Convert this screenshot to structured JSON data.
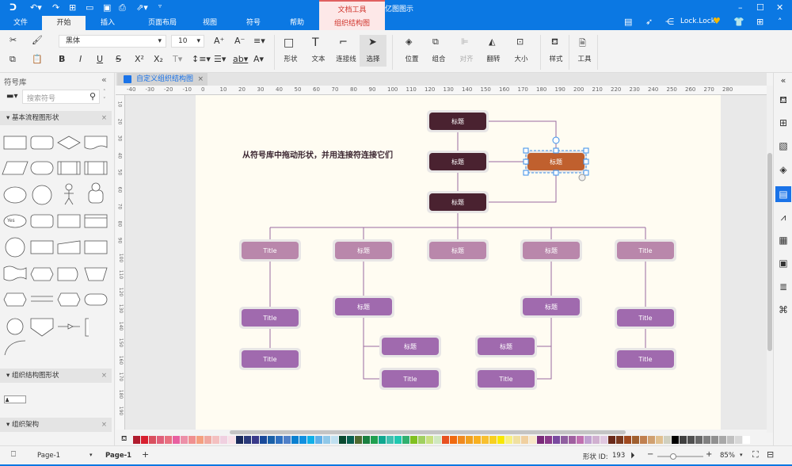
{
  "app": {
    "title": "亿图图示"
  },
  "quick_access": [
    "undo",
    "redo",
    "new",
    "open",
    "save",
    "print",
    "export",
    "more"
  ],
  "menu": {
    "tabs": [
      "文件",
      "开始",
      "插入",
      "页面布局",
      "视图",
      "符号",
      "帮助"
    ],
    "active": "开始",
    "context_group": "文档工具",
    "context_tab": "组织结构图"
  },
  "account": {
    "user": "Lock.Lock"
  },
  "ribbon": {
    "font": "黑体",
    "size": "10",
    "shape": "形状",
    "text": "文本",
    "connector": "连接线",
    "select": "选择",
    "position": "位置",
    "group": "组合",
    "align": "对齐",
    "flip": "翻转",
    "size_btn": "大小",
    "style": "样式",
    "tools": "工具"
  },
  "library": {
    "title": "符号库",
    "search_placeholder": "搜索符号",
    "sections": [
      "基本流程图形状",
      "组织结构图形状",
      "组织架构"
    ],
    "yes_label": "Yes"
  },
  "document": {
    "tab": "自定义组织结构图"
  },
  "ruler": {
    "h": [
      "-40",
      "-30",
      "-20",
      "-10",
      "0",
      "10",
      "20",
      "30",
      "40",
      "50",
      "60",
      "70",
      "80",
      "90",
      "100",
      "110",
      "120",
      "130",
      "140",
      "150",
      "160",
      "170",
      "180",
      "190",
      "200",
      "210",
      "220",
      "230",
      "240",
      "250",
      "260",
      "270",
      "280"
    ],
    "v": [
      "10",
      "20",
      "30",
      "40",
      "50",
      "60",
      "70",
      "80",
      "90",
      "100",
      "110",
      "120",
      "130",
      "140",
      "150",
      "160",
      "170",
      "180",
      "190"
    ]
  },
  "diagram": {
    "instruction": "从符号库中拖动形状，并用连接符连接它们",
    "nodes": [
      {
        "label": "标题",
        "color": "#4a2230"
      },
      {
        "label": "标题",
        "color": "#4a2230"
      },
      {
        "label": "标题",
        "color": "#4a2230"
      },
      {
        "label": "标题",
        "color": "#c0602e"
      },
      {
        "label": "Title",
        "color": "#b987ab"
      },
      {
        "label": "标题",
        "color": "#b987ab"
      },
      {
        "label": "标题",
        "color": "#b987ab"
      },
      {
        "label": "标题",
        "color": "#b987ab"
      },
      {
        "label": "Title",
        "color": "#b987ab"
      },
      {
        "label": "Title",
        "color": "#a06aae"
      },
      {
        "label": "标题",
        "color": "#a06aae"
      },
      {
        "label": "标题",
        "color": "#a06aae"
      },
      {
        "label": "Title",
        "color": "#a06aae"
      },
      {
        "label": "Title",
        "color": "#a06aae"
      },
      {
        "label": "Title",
        "color": "#a06aae"
      },
      {
        "label": "标题",
        "color": "#a06aae"
      },
      {
        "label": "Title",
        "color": "#a06aae"
      },
      {
        "label": "标题",
        "color": "#a06aae"
      },
      {
        "label": "Title",
        "color": "#a06aae"
      }
    ]
  },
  "palette": [
    "#b01c2e",
    "#d8202f",
    "#d9505f",
    "#e0607a",
    "#e87080",
    "#e860a0",
    "#ec90a8",
    "#f09090",
    "#f4a080",
    "#f0a8a0",
    "#f4c0c0",
    "#f0d0e0",
    "#f8e0e8",
    "#1a2a5a",
    "#2a3a7a",
    "#3a3a8a",
    "#1a4a9a",
    "#1a60a8",
    "#3070c0",
    "#5080c8",
    "#0a80d0",
    "#1090e0",
    "#10b0e8",
    "#60b0e8",
    "#90c8e8",
    "#c0e0f0",
    "#0a4a30",
    "#0a6050",
    "#506a30",
    "#1a8040",
    "#20a050",
    "#10a890",
    "#40c0b0",
    "#20c8b0",
    "#30b070",
    "#80c020",
    "#a0d060",
    "#c8e080",
    "#d0e8c0",
    "#e85020",
    "#f06a10",
    "#f08a20",
    "#f0a020",
    "#f8b020",
    "#f8c030",
    "#f8d020",
    "#f8e800",
    "#f8f080",
    "#f0e0a0",
    "#f0d0a0",
    "#f8e8c8",
    "#7a2a7a",
    "#8a3a8a",
    "#7a4aa0",
    "#9060a0",
    "#a060a0",
    "#c070b0",
    "#c0a0d0",
    "#d0b0d0",
    "#e0c8e0",
    "#6a2a1a",
    "#7a3a20",
    "#a04a20",
    "#a06030",
    "#c08050",
    "#d0a070",
    "#e0c090",
    "#d0d0c0",
    "#000000",
    "#404040",
    "#505050",
    "#686868",
    "#808080",
    "#909090",
    "#a8a8a8",
    "#c0c0c0",
    "#d8d8d8",
    "#ffffff"
  ],
  "status": {
    "page_select": "Page-1",
    "page_tab": "Page-1",
    "shape_id_label": "形状 ID:",
    "shape_id": "193",
    "zoom": "85%",
    "zoom_level": 0.35
  }
}
